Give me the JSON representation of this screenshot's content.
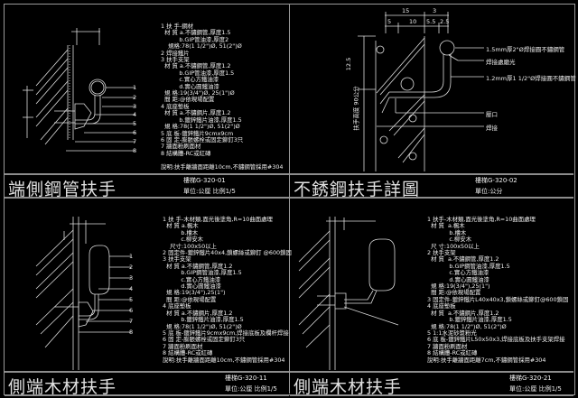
{
  "panels": [
    {
      "title": "端側鋼管扶手",
      "code": "樓梯G-320-01",
      "unit": "單位:公厘  比例1/5",
      "callouts": [
        "1",
        "2",
        "3",
        "4",
        "5",
        "6",
        "7",
        "8"
      ],
      "notes": "1 扶 手-鋼材\n  材 質 a.不鏽鋼管,厚度1.5\n          b.GIP管油漆,厚度2\n    規格:78(1 1/2\")Ø, 51(2\")Ø\n2 焊接鐵片\n3 扶手支架\n  材 質 a.不鏽鋼管,厚度1.2\n          b.GIP管油漆,厚度1.5\n          c.實心方鐵油漆\n          d.實心圓鐵油漆\n  規 格:19(3/4\")Ø, 25(1\")Ø\n  間 距:@依現場配置\n4 底座墊板\n  材 質 a.不鏽鋼片,厚度1.2\n          b.鍍鋅鐵片油漆,厚度1.5\n  規 格:78(1 1/2\")Ø, 51(2\")Ø\n5 底 板-鍍鋅鐵片9cmx9cm\n6 固 定-膨脹螺栓或固定鉚釘3只\n7 牆面粉刷面材\n8 結構體-RC或紅磚\n\n說明:扶手離牆面距離10cm,不鏽鋼管採用#304"
    },
    {
      "title": "不銹鋼扶手詳圖",
      "code": "樓梯G-320-02",
      "unit": "單位:公分",
      "dims": [
        "15",
        "3",
        "5",
        "10",
        "5.5",
        "2.5",
        "12.5",
        "扶手高度 90公分"
      ],
      "labels": [
        "1.5mm厚2\"Ø焊接圓不鏽鋼管",
        "焊接處磨光",
        "1.2mm厚1 1/2\"Ø焊接圓不鏽鋼管",
        "壓口",
        "焊接"
      ]
    },
    {
      "title": "側端木材扶手",
      "code": "樓梯G-320-11",
      "unit": "單位:公厘  比例1/5",
      "callouts": [
        "1",
        "2",
        "3",
        "4",
        "5",
        "6",
        "7",
        "8"
      ],
      "notes": "1 扶 手-木材類,面光後塗角,R=10曲面處理\n  材 質 a.楓木\n          b.檜木\n          c.柳安木\n    尺寸:100x50以上\n2 固定件-鍍鋅鐵片40x4,鎖螺絲或鉚釘 @600鎖固\n3 扶手支架\n  材 質 a.不鏽鋼管,厚度1.2\n          b.GIP鋼管油漆,厚度1.5\n          c.實心方鐵油漆\n          d.實心圓鐵油漆\n  規 格:19(3/4\"),25(1\")\n  間 距:@依現場配置\n4 底座墊板\n  材 質 a.不鏽鋼片,厚度1.2\n          b.鍍鋅鐵片油漆,厚度1.5\n  規 格:78(1 1/2\")Ø, 51(2\")Ø\n5 底 板-鍍鋅鐵片9cmx9cm,焊接底板及欄杆焊接\n6 固 定-膨脹螺栓或固定鉚釘3只\n7 牆面粉刷面材\n8 結構體-RC或紅磚\n說明:扶手離牆面距離10cm,不鏽鋼管採用#304"
    },
    {
      "title": "側端木材扶手",
      "code": "樓梯G-320-21",
      "unit": "單位:公厘  比例1/5",
      "notes": "1 扶手-木材類,面光後塗角,R=10曲面處理\n  材 質  a.楓木\n            b.檜木\n            c.柳安木\n  尺 寸:100x50以上\n2 扶手支架\n  材 質  a.不鏽鋼管,厚度1.2\n            b.GIP鋼管油漆,厚度1.5\n            c.實心方鐵油漆\n            d.實心圓鐵油漆\n  規 格:19(3/4\"),25(1\")\n  間 距:@依現場配置\n3 固定件-鍍鋅鐵片L40x40x3,鎖螺絲或鉚釘@600鎖固\n4 底座墊板\n  材 質  a.不鏽鋼片,厚度1.2\n            b.鍍鋅鐵片油漆,厚度1.5\n  規 格:78(1 1/2\")Ø, 51(2\")Ø\n5 1:1水泥砂漿粉光\n6 底 板-鍍鋅鐵片L50x50x3,焊接底板及扶手支架焊接\n7 牆面粉刷面材\n8 結構體-RC或紅磚\n說明:扶手離牆面距離7cm,不鏽鋼管採用#304"
    }
  ]
}
